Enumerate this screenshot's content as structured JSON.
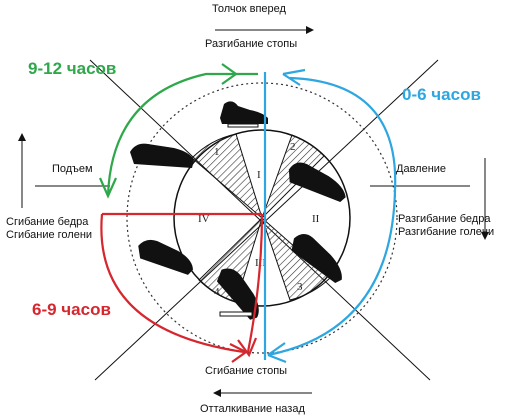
{
  "labels": {
    "top_outer": "Толчок вперед",
    "top_inner": "Разгибание стопы",
    "bottom_inner": "Сгибание стопы",
    "bottom_outer": "Отталкивание назад",
    "left_upper": "Подъем",
    "left_lower_1": "Сгибание бедра",
    "left_lower_2": "Сгибание голени",
    "right_upper": "Давление",
    "right_lower_1": "Разгибание бедра",
    "right_lower_2": "Разгибание голени"
  },
  "phases": {
    "green": "9-12 часов",
    "blue": "0-6 часов",
    "red": "6-9 часов"
  },
  "quadrants": [
    "I",
    "II",
    "III",
    "IV"
  ],
  "sectors": [
    "1",
    "2",
    "3",
    "4"
  ],
  "colors": {
    "green": "#2ea84a",
    "blue": "#2ea6e0",
    "red": "#d6262e"
  }
}
